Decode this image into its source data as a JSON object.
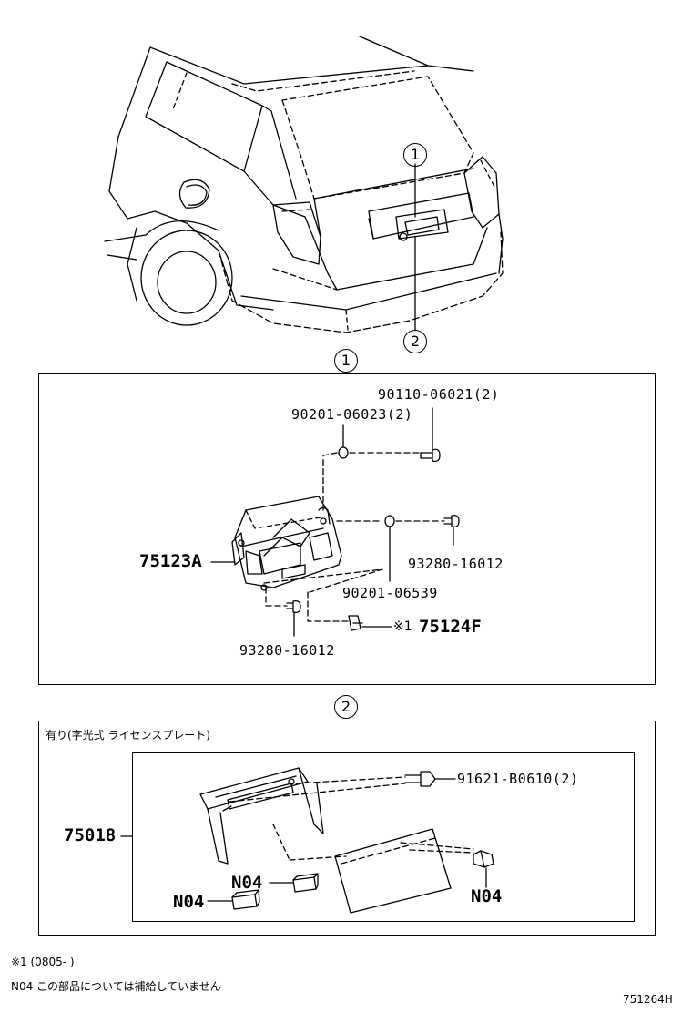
{
  "callouts": {
    "top_1": "1",
    "top_2": "2",
    "section_1": "1",
    "section_2": "2"
  },
  "panel1": {
    "labels": {
      "p90110": "90110-06021(2)",
      "p90201a": "90201-06023(2)",
      "p75123a": "75123A",
      "p93280a": "93280-16012",
      "p90201b": "90201-06539",
      "p75124f_mark": "※1",
      "p75124f": "75124F",
      "p93280b": "93280-16012"
    }
  },
  "panel2": {
    "header": "有り(字光式 ライセンスプレート)",
    "labels": {
      "p75018": "75018",
      "p91621": "91621-B0610(2)",
      "n04_a": "N04",
      "n04_b": "N04",
      "n04_c": "N04"
    }
  },
  "footnotes": {
    "note1": "※1 (0805-      )",
    "note2": "N04 この部品については補給していません"
  },
  "figure_id": "751264H"
}
